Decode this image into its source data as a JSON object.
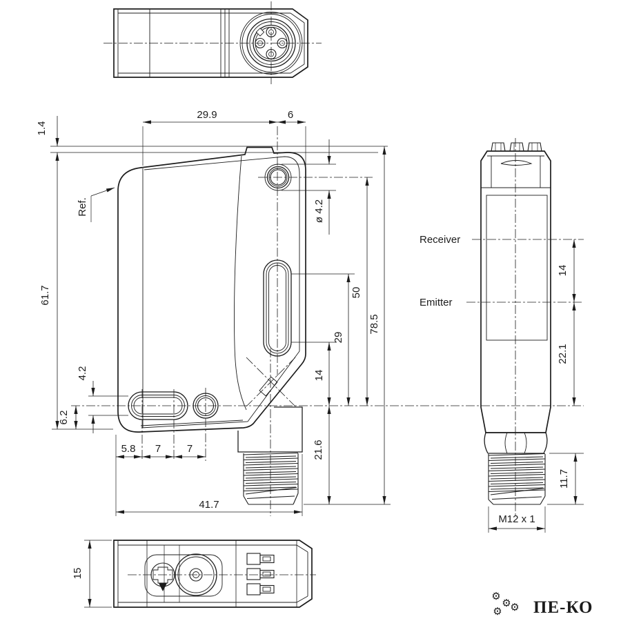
{
  "front_view": {
    "ref_label": "Ref.",
    "dim_top_width": "29.9",
    "dim_hole_to_edge": "6",
    "dim_cap_height": "1.4",
    "dim_body_height": "61.7",
    "dim_slot_height": "4.2",
    "dim_axis_to_bottom": "6.2",
    "dim_slot_left": "5.8",
    "dim_slot_pitch_1": "7",
    "dim_slot_pitch_2": "7",
    "dim_total_width": "41.7",
    "dim_axis_to_connector_end": "21.6",
    "dim_hole_diameter": "ø 4.2",
    "dim_axis_to_hole": "50",
    "dim_axis_to_slot_top": "29",
    "dim_axis_to_slot_bottom": "14",
    "dim_total_height": "78.5"
  },
  "side_view": {
    "receiver_label": "Receiver",
    "emitter_label": "Emitter",
    "dim_receiver_emitter": "14",
    "dim_emitter_to_axis": "22.1",
    "dim_thread_length": "11.7",
    "thread_label": "M12 x 1"
  },
  "bottom_view": {
    "dim_depth": "15"
  },
  "watermark": {
    "brand": "ПЕ-КО",
    "gear_icon": "⚙",
    "blue": "#3b6fb0",
    "red": "#c32222",
    "text_color": "#5d7cab"
  }
}
